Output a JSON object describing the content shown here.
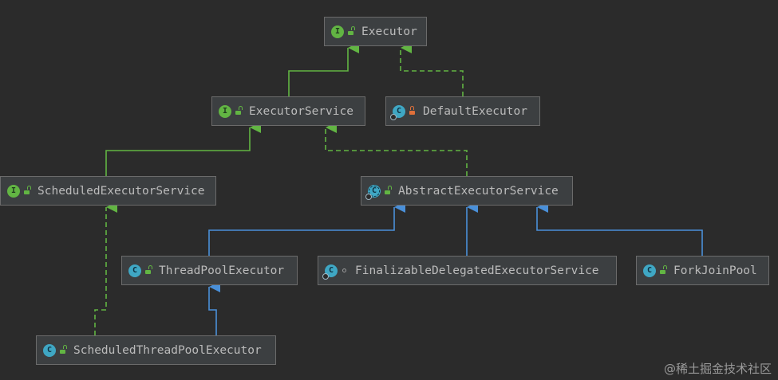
{
  "diagram": {
    "nodes": [
      {
        "id": "executor",
        "label": "Executor",
        "kind": "interface",
        "badge": "I",
        "visibility": "public"
      },
      {
        "id": "executor_service",
        "label": "ExecutorService",
        "kind": "interface",
        "badge": "I",
        "visibility": "public"
      },
      {
        "id": "default_executor",
        "label": "DefaultExecutor",
        "kind": "class",
        "badge": "C",
        "visibility": "private"
      },
      {
        "id": "scheduled_executor_service",
        "label": "ScheduledExecutorService",
        "kind": "interface",
        "badge": "I",
        "visibility": "public"
      },
      {
        "id": "abstract_executor_service",
        "label": "AbstractExecutorService",
        "kind": "abstract-class",
        "badge": "C",
        "visibility": "public"
      },
      {
        "id": "thread_pool_executor",
        "label": "ThreadPoolExecutor",
        "kind": "class",
        "badge": "C",
        "visibility": "public"
      },
      {
        "id": "finalizable_delegated_executor_service",
        "label": "FinalizableDelegatedExecutorService",
        "kind": "class",
        "badge": "C",
        "visibility": "package"
      },
      {
        "id": "fork_join_pool",
        "label": "ForkJoinPool",
        "kind": "class",
        "badge": "C",
        "visibility": "public"
      },
      {
        "id": "scheduled_thread_pool_executor",
        "label": "ScheduledThreadPoolExecutor",
        "kind": "class",
        "badge": "C",
        "visibility": "public"
      }
    ],
    "edges": [
      {
        "from": "executor_service",
        "to": "executor",
        "type": "extends-interface"
      },
      {
        "from": "default_executor",
        "to": "executor",
        "type": "implements"
      },
      {
        "from": "scheduled_executor_service",
        "to": "executor_service",
        "type": "extends-interface"
      },
      {
        "from": "abstract_executor_service",
        "to": "executor_service",
        "type": "implements"
      },
      {
        "from": "thread_pool_executor",
        "to": "abstract_executor_service",
        "type": "extends"
      },
      {
        "from": "finalizable_delegated_executor_service",
        "to": "abstract_executor_service",
        "type": "extends"
      },
      {
        "from": "fork_join_pool",
        "to": "abstract_executor_service",
        "type": "extends"
      },
      {
        "from": "scheduled_thread_pool_executor",
        "to": "thread_pool_executor",
        "type": "extends"
      },
      {
        "from": "scheduled_thread_pool_executor",
        "to": "scheduled_executor_service",
        "type": "implements"
      }
    ],
    "colors": {
      "background": "#2b2b2b",
      "node_fill": "#3c3f41",
      "node_border": "#6b6b6b",
      "text": "#bbbbbb",
      "interface_edge": "#62b543",
      "class_edge": "#4a90d9"
    }
  },
  "watermark": "@稀土掘金技术社区"
}
